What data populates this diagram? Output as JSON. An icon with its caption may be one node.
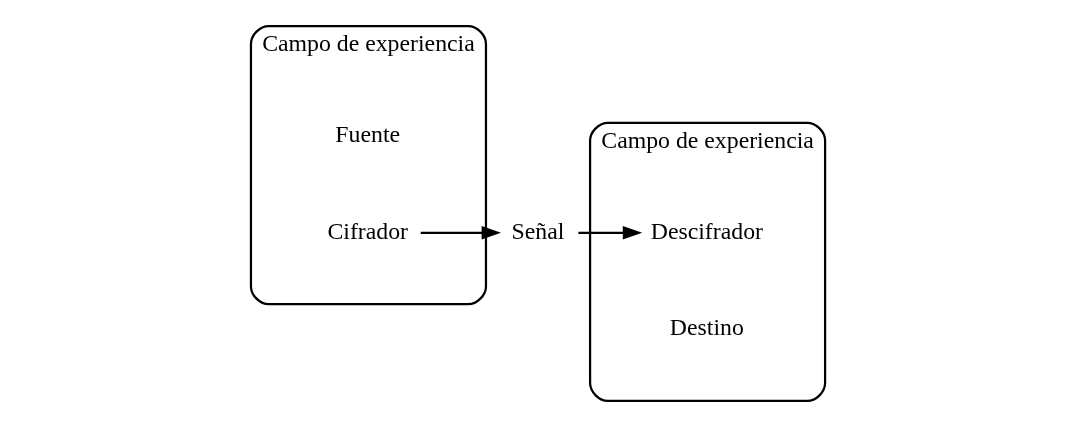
{
  "diagram": {
    "nodes": [
      {
        "text": [
          "Campo de experiencia"
        ]
      },
      {
        "text": [
          "Fuente"
        ],
        "in": 0
      },
      {
        "text": [
          "Cifrador"
        ],
        "in": 0
      },
      {
        "text": [
          "Señal"
        ]
      },
      {
        "text": [
          "Campo de experiencia"
        ]
      },
      {
        "text": [
          "Descifrador"
        ],
        "in": 4
      },
      {
        "text": [
          "Destino"
        ],
        "in": 4
      }
    ],
    "edges": [
      {
        "from": 2,
        "to": 3,
        "arrow": "to"
      },
      {
        "from": 3,
        "to": 5,
        "arrow": "to"
      }
    ]
  }
}
